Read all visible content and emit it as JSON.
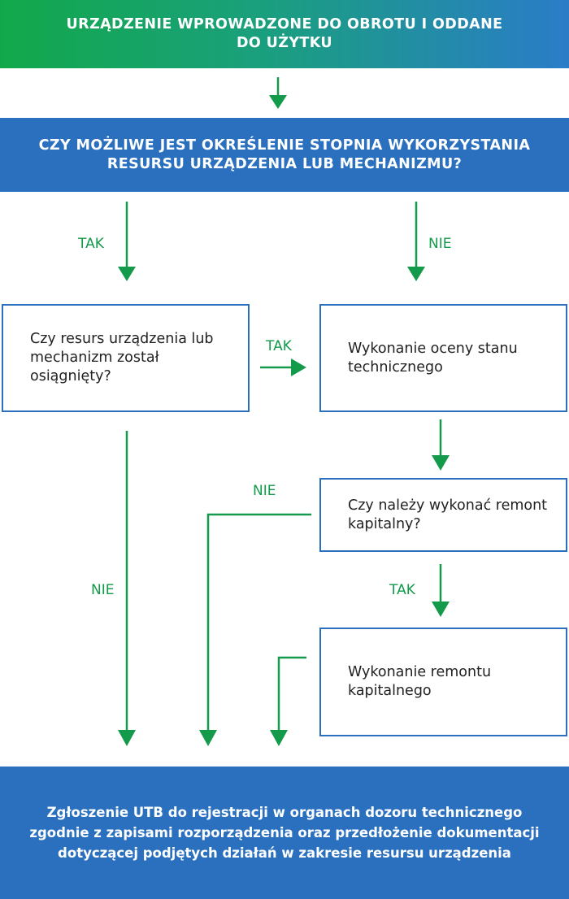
{
  "top_band": {
    "text": "URZĄDZENIE WPROWADZONE DO OBROTU I ODDANE DO UŻYTKU"
  },
  "question": {
    "text": "CZY MOŻLIWE JEST OKREŚLENIE STOPNIA WYKORZYSTANIA RESURSU URZĄDZENIA LUB MECHANIZMU?"
  },
  "boxes": {
    "resource_reached": "Czy resurs urządzenia lub mechanizm został osiągnięty?",
    "technical_assessment": "Wykonanie oceny stanu technicznego",
    "capital_repair_question": "Czy należy wykonać remont kapitalny?",
    "capital_repair": "Wykonanie remontu kapitalnego"
  },
  "labels": {
    "yes_left": "TAK",
    "no_right": "NIE",
    "yes_middle": "TAK",
    "no_left_long": "NIE",
    "no_repair": "NIE",
    "yes_repair": "TAK"
  },
  "bottom_band": {
    "text": "Zgłoszenie UTB do rejestracji w organach dozoru technicznego zgodnie z zapisami rozporządzenia oraz przedłożenie dokumentacji dotyczącej podjętych działań w zakresie resursu urządzenia"
  },
  "colors": {
    "arrow_green": "#139a4a",
    "band_blue": "#2a70bf",
    "gradient_green": "#12a84a",
    "gradient_blue": "#2a7cc8",
    "text_dark": "#222222"
  }
}
